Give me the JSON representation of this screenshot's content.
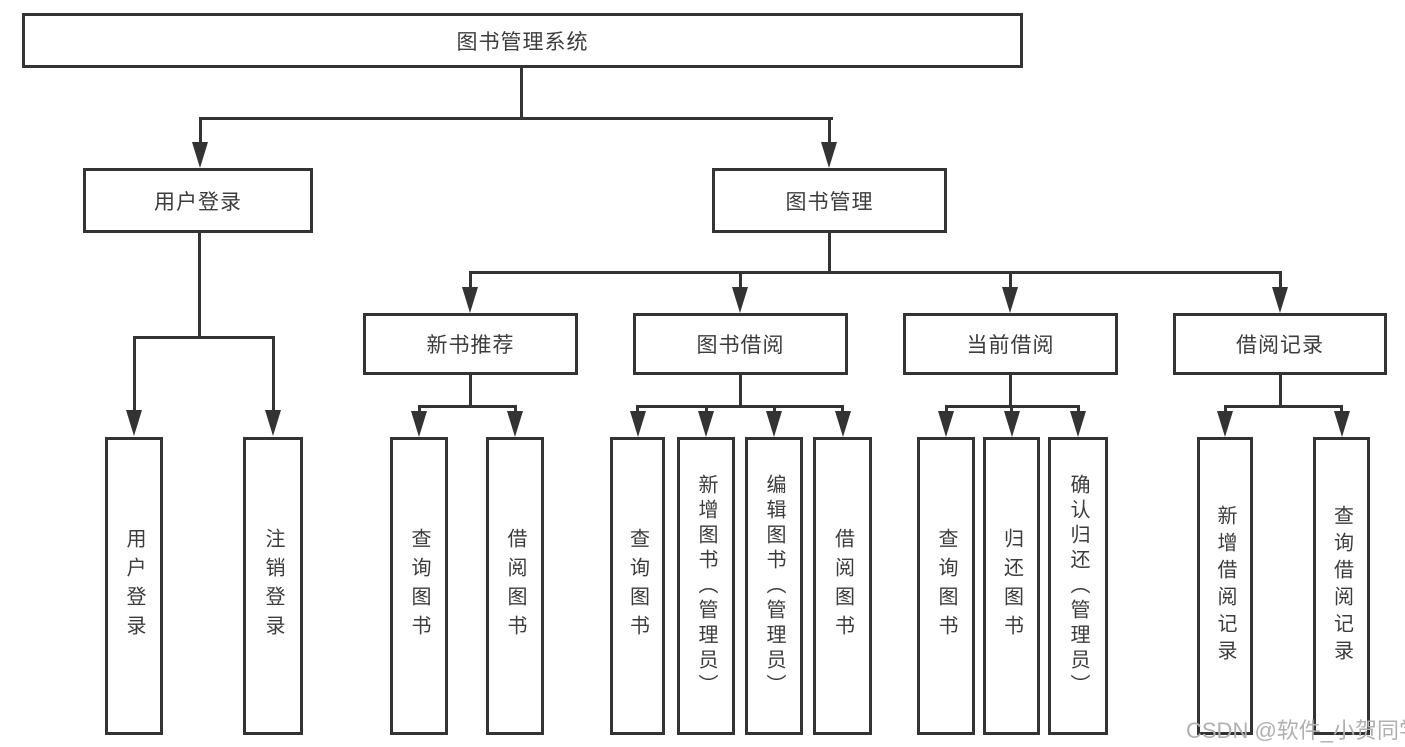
{
  "colors": {
    "line": "#333333",
    "box_border": "#333333",
    "text": "#3c3c3c",
    "watermark": "#b0b0b0",
    "background": "#ffffff"
  },
  "watermark": {
    "text": "CSDN @软件_小贺同学"
  },
  "diagram": {
    "root": {
      "label": "图书管理系统"
    },
    "branches": [
      {
        "label": "用户登录",
        "children": [
          "用户登录",
          "注销登录"
        ]
      },
      {
        "label": "图书管理",
        "sections": [
          {
            "label": "新书推荐",
            "children": [
              "查询图书",
              "借阅图书"
            ]
          },
          {
            "label": "图书借阅",
            "children": [
              "查询图书",
              "新增图书（管理员）",
              "编辑图书（管理员）",
              "借阅图书"
            ]
          },
          {
            "label": "当前借阅",
            "children": [
              "查询图书",
              "归还图书",
              "确认归还（管理员）"
            ]
          },
          {
            "label": "借阅记录",
            "children": [
              "新增借阅记录",
              "查询借阅记录"
            ]
          }
        ]
      }
    ]
  }
}
